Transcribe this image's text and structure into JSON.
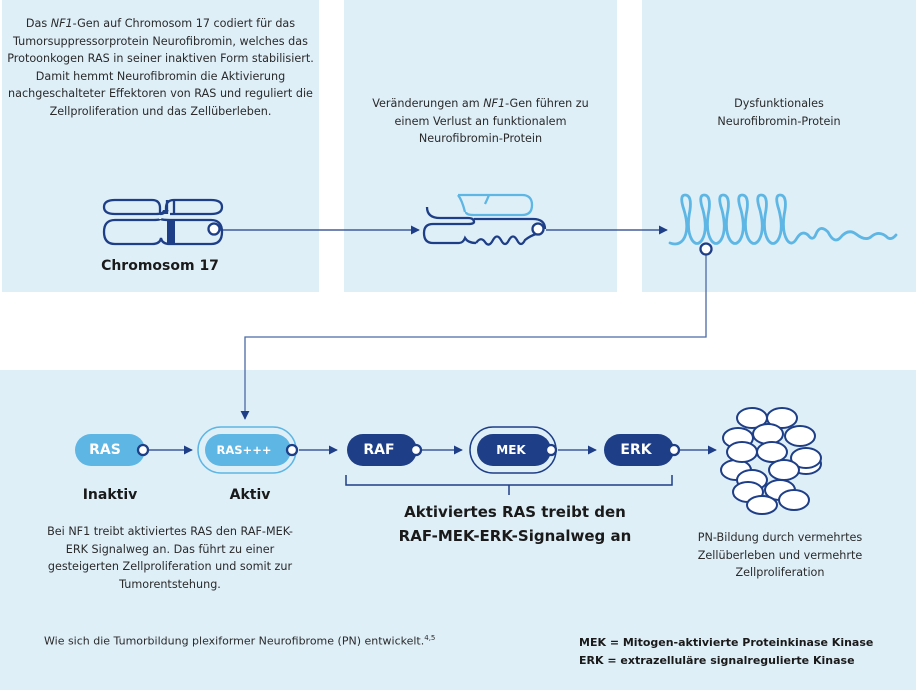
{
  "panels": {
    "gene": {
      "text_pre": "Das ",
      "text_gene": "NF1",
      "text_post": "-Gen auf Chromosom 17 codiert für das Tumorsuppressorprotein Neurofibromin, welches das Protoonkogen RAS in seiner inaktiven Form stabilisiert. Damit hemmt Neurofibromin die Aktivierung nachgeschalteter Effektoren von RAS und reguliert die Zellproliferation und das Zellüberleben.",
      "label": "Chromosom 17",
      "icon": "chromosome-icon"
    },
    "mutation": {
      "text_pre": "Veränderungen am ",
      "text_gene": "NF1",
      "text_post": "-Gen führen zu einem Verlust an funktionalem Neurofibromin-Protein",
      "icon": "mutated-chromosome-icon"
    },
    "protein": {
      "text": "Dysfunktionales Neurofibromin-Protein",
      "icon": "dysfunctional-protein-icon"
    }
  },
  "pathway": {
    "nodes": [
      {
        "id": "ras-inactive",
        "label": "RAS",
        "state": "Inaktiv"
      },
      {
        "id": "ras-active",
        "label": "RAS+++",
        "state": "Aktiv"
      },
      {
        "id": "raf",
        "label": "RAF"
      },
      {
        "id": "mek",
        "label": "MEK"
      },
      {
        "id": "erk",
        "label": "ERK"
      }
    ],
    "bracket_label_line1": "Aktiviertes RAS treibt den",
    "bracket_label_line2": "RAF-MEK-ERK-Signalweg an",
    "ras_description": "Bei NF1 treibt aktiviertes RAS den RAF-MEK-ERK Signalweg an. Das führt zu einer gesteigerten Zellproliferation und somit zur Tumorentstehung.",
    "outcome_description": "PN-Bildung durch vermehrtes Zellüberleben und vermehrte Zellproliferation",
    "outcome_icon": "cell-cluster-icon"
  },
  "footer": {
    "caption": "Wie sich die Tumorbildung plexiformer Neurofibrome (PN) entwickelt.",
    "caption_refs": "4,5",
    "abbreviations": [
      "MEK = Mitogen-aktivierte Proteinkinase Kinase",
      "ERK = extrazelluläre signalregulierte Kinase"
    ]
  },
  "colors": {
    "panel_bg": "#dfeff8",
    "dark_blue": "#1e3f87",
    "light_blue": "#5db6e4",
    "line_blue": "#4a6aa6"
  }
}
